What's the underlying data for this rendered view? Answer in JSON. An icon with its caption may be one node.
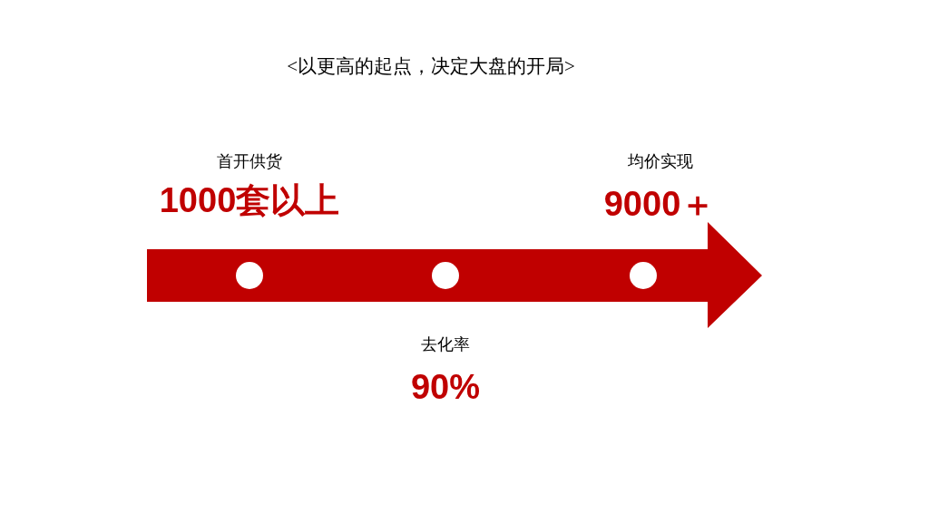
{
  "diagram": {
    "title": "<以更高的起点，决定大盘的开局>",
    "nodes": [
      {
        "text": [],
        "shape": "circle",
        "beside": [
          "首开供货",
          "1000套以上"
        ]
      },
      {
        "text": [],
        "shape": "circle",
        "beside": [
          "去化率",
          "90%"
        ]
      },
      {
        "text": [],
        "shape": "circle",
        "beside": [
          "均价实现",
          "9000＋"
        ]
      }
    ]
  }
}
